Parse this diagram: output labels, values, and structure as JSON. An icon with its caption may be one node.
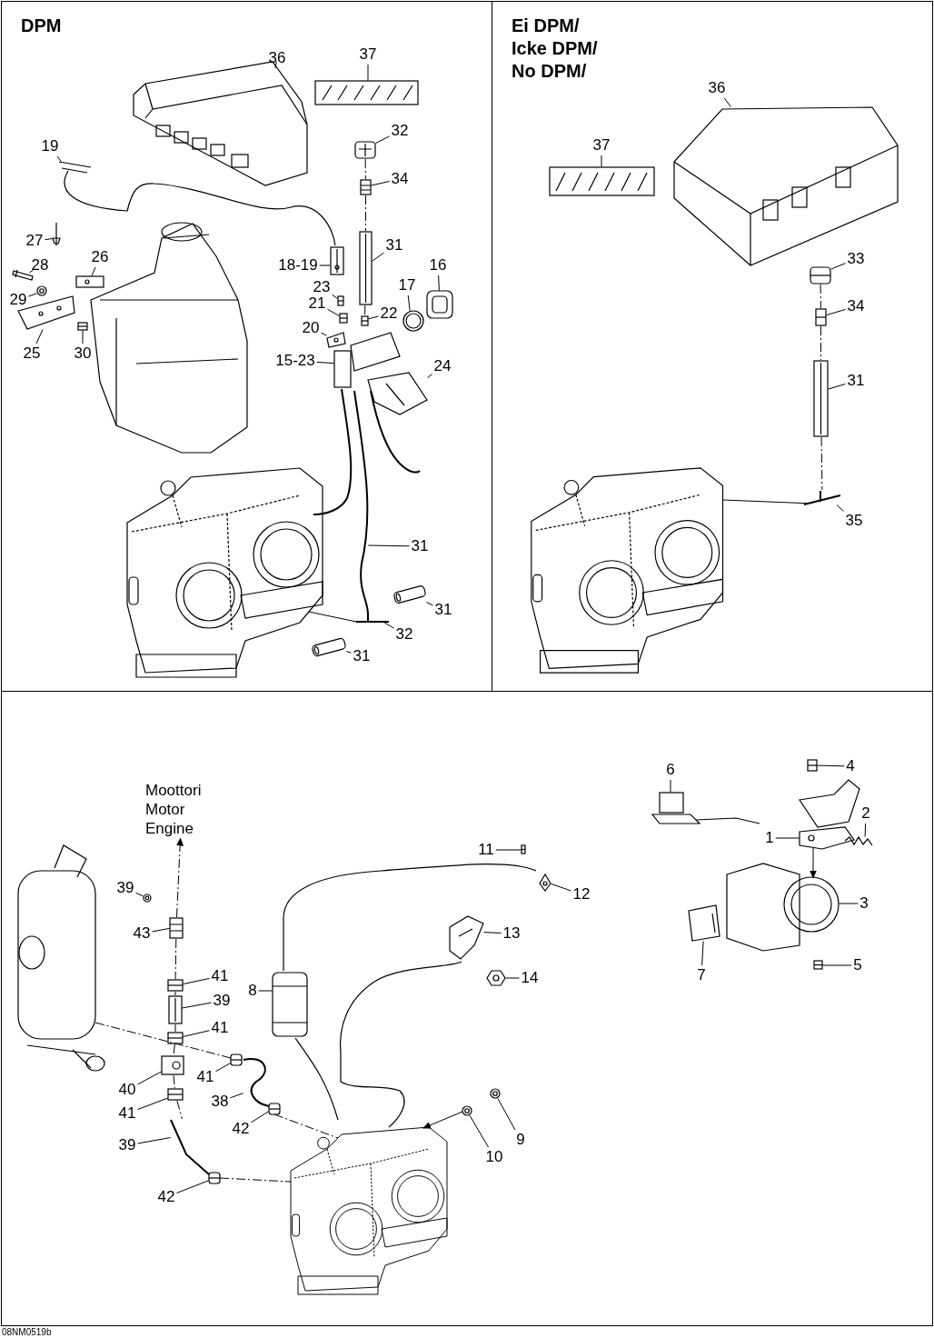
{
  "diagram": {
    "nodes": [
      {
        "text": [
          "DPM"
        ]
      },
      {
        "text": [
          "Ei DPM/ Icke DPM/ No DPM/"
        ]
      },
      {
        "text": [],
        "shape": "box"
      },
      {
        "text": [
          "36"
        ],
        "in": 0
      },
      {
        "text": [
          "37"
        ],
        "in": 0
      },
      {
        "text": [
          "32"
        ],
        "in": 0
      },
      {
        "text": [
          "19"
        ],
        "in": 0
      },
      {
        "text": [
          "34"
        ],
        "in": 0
      },
      {
        "text": [
          "27"
        ],
        "in": 0
      },
      {
        "text": [
          "26"
        ],
        "in": 0
      },
      {
        "text": [
          "31"
        ],
        "in": 0
      },
      {
        "text": [
          "16"
        ],
        "in": 0
      },
      {
        "text": [
          "28"
        ],
        "in": 0
      },
      {
        "text": [
          "18-19"
        ],
        "in": 0
      },
      {
        "text": [
          "17"
        ],
        "in": 0
      },
      {
        "text": [
          "23"
        ],
        "in": 0
      },
      {
        "text": [
          "29"
        ],
        "in": 0
      },
      {
        "text": [
          "21"
        ],
        "in": 0
      },
      {
        "text": [
          "22"
        ],
        "in": 0
      },
      {
        "text": [
          "20"
        ],
        "in": 0
      },
      {
        "text": [
          "15-23"
        ],
        "in": 0
      },
      {
        "text": [
          "24"
        ],
        "in": 0
      },
      {
        "text": [
          "25"
        ],
        "in": 0
      },
      {
        "text": [
          "30"
        ],
        "in": 0
      },
      {
        "text": [
          "31"
        ],
        "in": 0
      },
      {
        "text": [
          "31"
        ],
        "in": 0
      },
      {
        "text": [
          "32"
        ],
        "in": 0
      },
      {
        "text": [
          "31"
        ],
        "in": 0
      },
      {
        "text": [
          "36"
        ],
        "in": 1
      },
      {
        "text": [
          "37"
        ],
        "in": 1
      },
      {
        "text": [
          "33"
        ],
        "in": 1
      },
      {
        "text": [
          "34"
        ],
        "in": 1
      },
      {
        "text": [
          "31"
        ],
        "in": 1
      },
      {
        "text": [
          "35"
        ],
        "in": 1
      },
      {
        "text": [
          "Moottori Motor Engine"
        ],
        "in": 2
      },
      {
        "text": [
          "6"
        ],
        "in": 2
      },
      {
        "text": [
          "4"
        ],
        "in": 2
      },
      {
        "text": [
          "2"
        ],
        "in": 2
      },
      {
        "text": [
          "1"
        ],
        "in": 2
      },
      {
        "text": [
          "11"
        ],
        "in": 2
      },
      {
        "text": [
          "12"
        ],
        "in": 2
      },
      {
        "text": [
          "3"
        ],
        "in": 2
      },
      {
        "text": [
          "39"
        ],
        "in": 2
      },
      {
        "text": [
          "13"
        ],
        "in": 2
      },
      {
        "text": [
          "43"
        ],
        "in": 2
      },
      {
        "text": [
          "5"
        ],
        "in": 2
      },
      {
        "text": [
          "41"
        ],
        "in": 2
      },
      {
        "text": [
          "7"
        ],
        "in": 2
      },
      {
        "text": [
          "14"
        ],
        "in": 2
      },
      {
        "text": [
          "8"
        ],
        "in": 2
      },
      {
        "text": [
          "39"
        ],
        "in": 2
      },
      {
        "text": [
          "41"
        ],
        "in": 2
      },
      {
        "text": [
          "41"
        ],
        "in": 2
      },
      {
        "text": [
          "40"
        ],
        "in": 2
      },
      {
        "text": [
          "38"
        ],
        "in": 2
      },
      {
        "text": [
          "41"
        ],
        "in": 2
      },
      {
        "text": [
          "42"
        ],
        "in": 2
      },
      {
        "text": [
          "9"
        ],
        "in": 2
      },
      {
        "text": [
          "39"
        ],
        "in": 2
      },
      {
        "text": [
          "10"
        ],
        "in": 2
      },
      {
        "text": [
          "42"
        ],
        "in": 2
      },
      {
        "text": [],
        "shape": "picture",
        "in": 0
      },
      {
        "text": [],
        "shape": "picture",
        "in": 0
      },
      {
        "text": [],
        "shape": "picture",
        "in": 0
      },
      {
        "text": [],
        "shape": "picture",
        "in": 0
      },
      {
        "text": [],
        "shape": "picture",
        "in": 0
      },
      {
        "text": [],
        "shape": "picture",
        "in": 0
      },
      {
        "text": [],
        "shape": "picture",
        "in": 0
      },
      {
        "text": [],
        "shape": "picture",
        "in": 0
      },
      {
        "text": [],
        "shape": "picture",
        "in": 0
      },
      {
        "text": [],
        "shape": "picture",
        "in": 0
      },
      {
        "text": [],
        "shape": "picture",
        "in": 0
      },
      {
        "text": [],
        "shape": "picture",
        "in": 0
      },
      {
        "text": [],
        "shape": "picture",
        "in": 0
      },
      {
        "text": [],
        "shape": "picture",
        "in": 0
      },
      {
        "text": [],
        "shape": "picture",
        "in": 0
      },
      {
        "text": [],
        "shape": "picture",
        "in": 0
      },
      {
        "text": [],
        "shape": "picture",
        "in": 0
      },
      {
        "text": [],
        "shape": "picture",
        "in": 0
      },
      {
        "text": [],
        "shape": "picture",
        "in": 0
      },
      {
        "text": [],
        "shape": "picture",
        "in": 0
      },
      {
        "text": [],
        "shape": "picture",
        "in": 0
      },
      {
        "text": [],
        "shape": "picture",
        "in": 0
      },
      {
        "text": [],
        "shape": "picture",
        "in": 0
      },
      {
        "text": [],
        "shape": "picture",
        "in": 0
      },
      {
        "text": [],
        "shape": "picture",
        "in": 0
      },
      {
        "text": [],
        "shape": "picture",
        "in": 1
      },
      {
        "text": [],
        "shape": "picture",
        "in": 1
      },
      {
        "text": [],
        "shape": "picture",
        "in": 1
      },
      {
        "text": [],
        "shape": "picture",
        "in": 1
      },
      {
        "text": [],
        "shape": "picture",
        "in": 1
      },
      {
        "text": [],
        "shape": "picture",
        "in": 1
      },
      {
        "text": [],
        "shape": "picture",
        "in": 2
      },
      {
        "text": [],
        "shape": "picture",
        "in": 2
      },
      {
        "text": [],
        "shape": "picture",
        "in": 2
      },
      {
        "text": [],
        "shape": "picture",
        "in": 2
      },
      {
        "text": [],
        "shape": "picture",
        "in": 2
      },
      {
        "text": [],
        "shape": "picture",
        "in": 2
      },
      {
        "text": [],
        "shape": "picture",
        "in": 2
      },
      {
        "text": [],
        "shape": "picture",
        "in": 2
      },
      {
        "text": [],
        "shape": "picture",
        "in": 2
      },
      {
        "text": [],
        "shape": "picture",
        "in": 2
      },
      {
        "text": [],
        "shape": "picture",
        "in": 2
      },
      {
        "text": [],
        "shape": "picture",
        "in": 2
      },
      {
        "text": [],
        "shape": "picture",
        "in": 2
      },
      {
        "text": [],
        "shape": "picture",
        "in": 2
      },
      {
        "text": [],
        "shape": "picture",
        "in": 2
      },
      {
        "text": [],
        "shape": "picture",
        "in": 2
      },
      {
        "text": [],
        "shape": "picture",
        "in": 2
      },
      {
        "text": [],
        "shape": "picture",
        "in": 2
      },
      {
        "text": [],
        "shape": "picture",
        "in": 2
      },
      {
        "text": [],
        "shape": "picture",
        "in": 2
      },
      {
        "text": [],
        "shape": "picture",
        "in": 2
      },
      {
        "text": [],
        "shape": "picture",
        "in": 2
      },
      {
        "text": [],
        "shape": "picture",
        "in": 2
      },
      {
        "text": [],
        "shape": "picture",
        "in": 2
      },
      {
        "text": [],
        "shape": "picture",
        "in": 2
      },
      {
        "text": [],
        "shape": "picture",
        "in": 2
      },
      {
        "text": [],
        "shape": "picture",
        "in": 0
      },
      {
        "text": [],
        "shape": "picture",
        "in": 1
      },
      {
        "text": [],
        "shape": "picture",
        "in": 2
      },
      {
        "text": [],
        "shape": "picture",
        "in": 2
      }
    ],
    "edges": [
      {
        "from": 3,
        "to": 61,
        "arrow": "none"
      },
      {
        "from": 4,
        "to": 62,
        "arrow": "none"
      },
      {
        "from": 5,
        "to": 63,
        "arrow": "none"
      },
      {
        "from": 6,
        "to": 64,
        "arrow": "none"
      },
      {
        "from": 7,
        "to": 65,
        "arrow": "none"
      },
      {
        "from": 8,
        "to": 66,
        "arrow": "none"
      },
      {
        "from": 9,
        "to": 67,
        "arrow": "none"
      },
      {
        "from": 10,
        "to": 68,
        "arrow": "none"
      },
      {
        "from": 11,
        "to": 69,
        "arrow": "none"
      },
      {
        "from": 12,
        "to": 70,
        "arrow": "none"
      },
      {
        "from": 13,
        "to": 71,
        "arrow": "none"
      },
      {
        "from": 14,
        "to": 72,
        "arrow": "none"
      },
      {
        "from": 15,
        "to": 73,
        "arrow": "none"
      },
      {
        "from": 16,
        "to": 74,
        "arrow": "none"
      },
      {
        "from": 17,
        "to": 75,
        "arrow": "none"
      },
      {
        "from": 18,
        "to": 76,
        "arrow": "none"
      },
      {
        "from": 19,
        "to": 77,
        "arrow": "none"
      },
      {
        "from": 20,
        "to": 78,
        "arrow": "none"
      },
      {
        "from": 21,
        "to": 79,
        "arrow": "none"
      },
      {
        "from": 22,
        "to": 80,
        "arrow": "none"
      },
      {
        "from": 23,
        "to": 81,
        "arrow": "none"
      },
      {
        "from": 24,
        "to": 82,
        "arrow": "none"
      },
      {
        "from": 25,
        "to": 83,
        "arrow": "none"
      },
      {
        "from": 26,
        "to": 84,
        "arrow": "none"
      },
      {
        "from": 27,
        "to": 85,
        "arrow": "none"
      },
      {
        "from": 28,
        "to": 86,
        "arrow": "none"
      },
      {
        "from": 29,
        "to": 87,
        "arrow": "none"
      },
      {
        "from": 30,
        "to": 88,
        "arrow": "none"
      },
      {
        "from": 31,
        "to": 89,
        "arrow": "none"
      },
      {
        "from": 32,
        "to": 90,
        "arrow": "none"
      },
      {
        "from": 33,
        "to": 91,
        "arrow": "none"
      },
      {
        "from": 101,
        "to": 34,
        "arrow": "to",
        "style": "dashed"
      },
      {
        "from": 35,
        "to": 92,
        "arrow": "none"
      },
      {
        "from": 36,
        "to": 93,
        "arrow": "none"
      },
      {
        "from": 37,
        "to": 94,
        "arrow": "none"
      },
      {
        "from": 38,
        "to": 95,
        "arrow": "none"
      },
      {
        "from": 39,
        "to": 96,
        "arrow": "none"
      },
      {
        "from": 40,
        "to": 97,
        "arrow": "none"
      },
      {
        "from": 41,
        "to": 98,
        "arrow": "none"
      },
      {
        "from": 42,
        "to": 99,
        "arrow": "none"
      },
      {
        "from": 43,
        "to": 100,
        "arrow": "none"
      },
      {
        "from": 44,
        "to": 101,
        "arrow": "none"
      },
      {
        "from": 45,
        "to": 102,
        "arrow": "none"
      },
      {
        "from": 46,
        "to": 103,
        "arrow": "none"
      },
      {
        "from": 47,
        "to": 104,
        "arrow": "none"
      },
      {
        "from": 48,
        "to": 105,
        "arrow": "none"
      },
      {
        "from": 49,
        "to": 106,
        "arrow": "none"
      },
      {
        "from": 50,
        "to": 107,
        "arrow": "none"
      },
      {
        "from": 51,
        "to": 108,
        "arrow": "none"
      },
      {
        "from": 52,
        "to": 109,
        "arrow": "none"
      },
      {
        "from": 53,
        "to": 110,
        "arrow": "none"
      },
      {
        "from": 54,
        "to": 111,
        "arrow": "none"
      },
      {
        "from": 55,
        "to": 112,
        "arrow": "none"
      },
      {
        "from": 56,
        "to": 113,
        "arrow": "none"
      },
      {
        "from": 57,
        "to": 114,
        "arrow": "none"
      },
      {
        "from": 58,
        "to": 115,
        "arrow": "none"
      },
      {
        "from": 59,
        "to": 116,
        "arrow": "none"
      },
      {
        "from": 60,
        "to": 117,
        "arrow": "none"
      },
      {
        "from": 63,
        "to": 65,
        "arrow": "none",
        "style": "dashed"
      },
      {
        "from": 65,
        "to": 68,
        "arrow": "none",
        "style": "dashed"
      },
      {
        "from": 68,
        "to": 76,
        "arrow": "none",
        "style": "dashed"
      },
      {
        "from": 88,
        "to": 89,
        "arrow": "none",
        "style": "dashed"
      },
      {
        "from": 89,
        "to": 90,
        "arrow": "none",
        "style": "dashed"
      },
      {
        "from": 90,
        "to": 91,
        "arrow": "none",
        "style": "dashed"
      },
      {
        "from": 118,
        "to": 84,
        "arrow": "none"
      },
      {
        "from": 119,
        "to": 91,
        "arrow": "none"
      },
      {
        "from": 101,
        "to": 103,
        "arrow": "none",
        "style": "dashed"
      },
      {
        "from": 103,
        "to": 107,
        "arrow": "none",
        "style": "dashed"
      },
      {
        "from": 107,
        "to": 108,
        "arrow": "none",
        "style": "dashed"
      },
      {
        "from": 108,
        "to": 110,
        "arrow": "none",
        "style": "dashed"
      },
      {
        "from": 110,
        "to": 112,
        "arrow": "none",
        "style": "dashed"
      },
      {
        "from": 112,
        "to": 115,
        "arrow": "none",
        "style": "dashed"
      },
      {
        "from": 121,
        "to": 109,
        "arrow": "none",
        "style": "dashed"
      },
      {
        "from": 113,
        "to": 120,
        "arrow": "none",
        "style": "dashed"
      },
      {
        "from": 117,
        "to": 120,
        "arrow": "none",
        "style": "dashed"
      },
      {
        "from": 95,
        "to": 98,
        "arrow": "to"
      },
      {
        "from": 116,
        "to": 120,
        "arrow": "to"
      }
    ],
    "labels": [
      "08NM0519b"
    ]
  }
}
